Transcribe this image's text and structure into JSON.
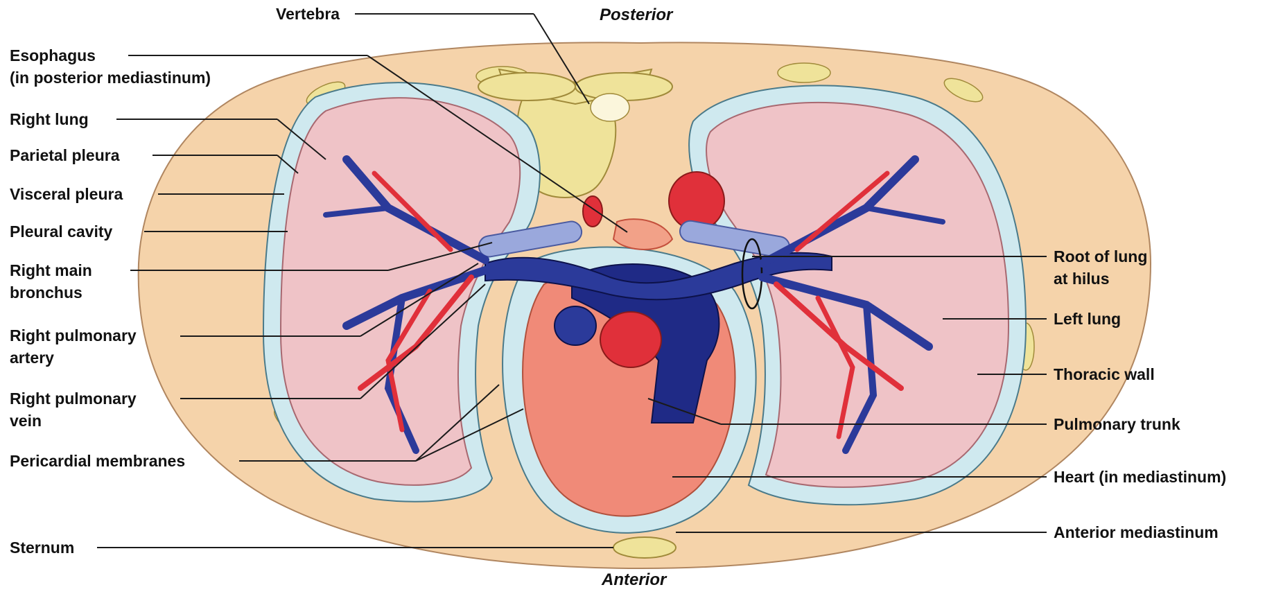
{
  "orientation": {
    "top": "Posterior",
    "bottom": "Anterior"
  },
  "labels_left": {
    "vertebra": "Vertebra",
    "esophagus_l1": "Esophagus",
    "esophagus_l2": "(in posterior mediastinum)",
    "right_lung": "Right lung",
    "parietal_pleura": "Parietal pleura",
    "visceral_pleura": "Visceral pleura",
    "pleural_cavity": "Pleural cavity",
    "right_main_bronchus_l1": "Right main",
    "right_main_bronchus_l2": "bronchus",
    "right_pulmonary_artery_l1": "Right pulmonary",
    "right_pulmonary_artery_l2": "artery",
    "right_pulmonary_vein_l1": "Right pulmonary",
    "right_pulmonary_vein_l2": "vein",
    "pericardial_membranes": "Pericardial membranes",
    "sternum": "Sternum"
  },
  "labels_right": {
    "root_of_lung_l1": "Root of lung",
    "root_of_lung_l2": "at hilus",
    "left_lung": "Left lung",
    "thoracic_wall": "Thoracic wall",
    "pulmonary_trunk": "Pulmonary trunk",
    "heart": "Heart (in mediastinum)",
    "anterior_mediastinum": "Anterior mediastinum"
  },
  "colors": {
    "thoracic_wall": "#f5d3aa",
    "bone": "#efe39a",
    "pleura": "#cfe9ef",
    "lung": "#efc3c7",
    "artery": "#e0303a",
    "vein": "#2b3a9a",
    "bronchus": "#9aa8dc",
    "heart": "#f08a78",
    "leader_line": "#1a1a1a"
  }
}
